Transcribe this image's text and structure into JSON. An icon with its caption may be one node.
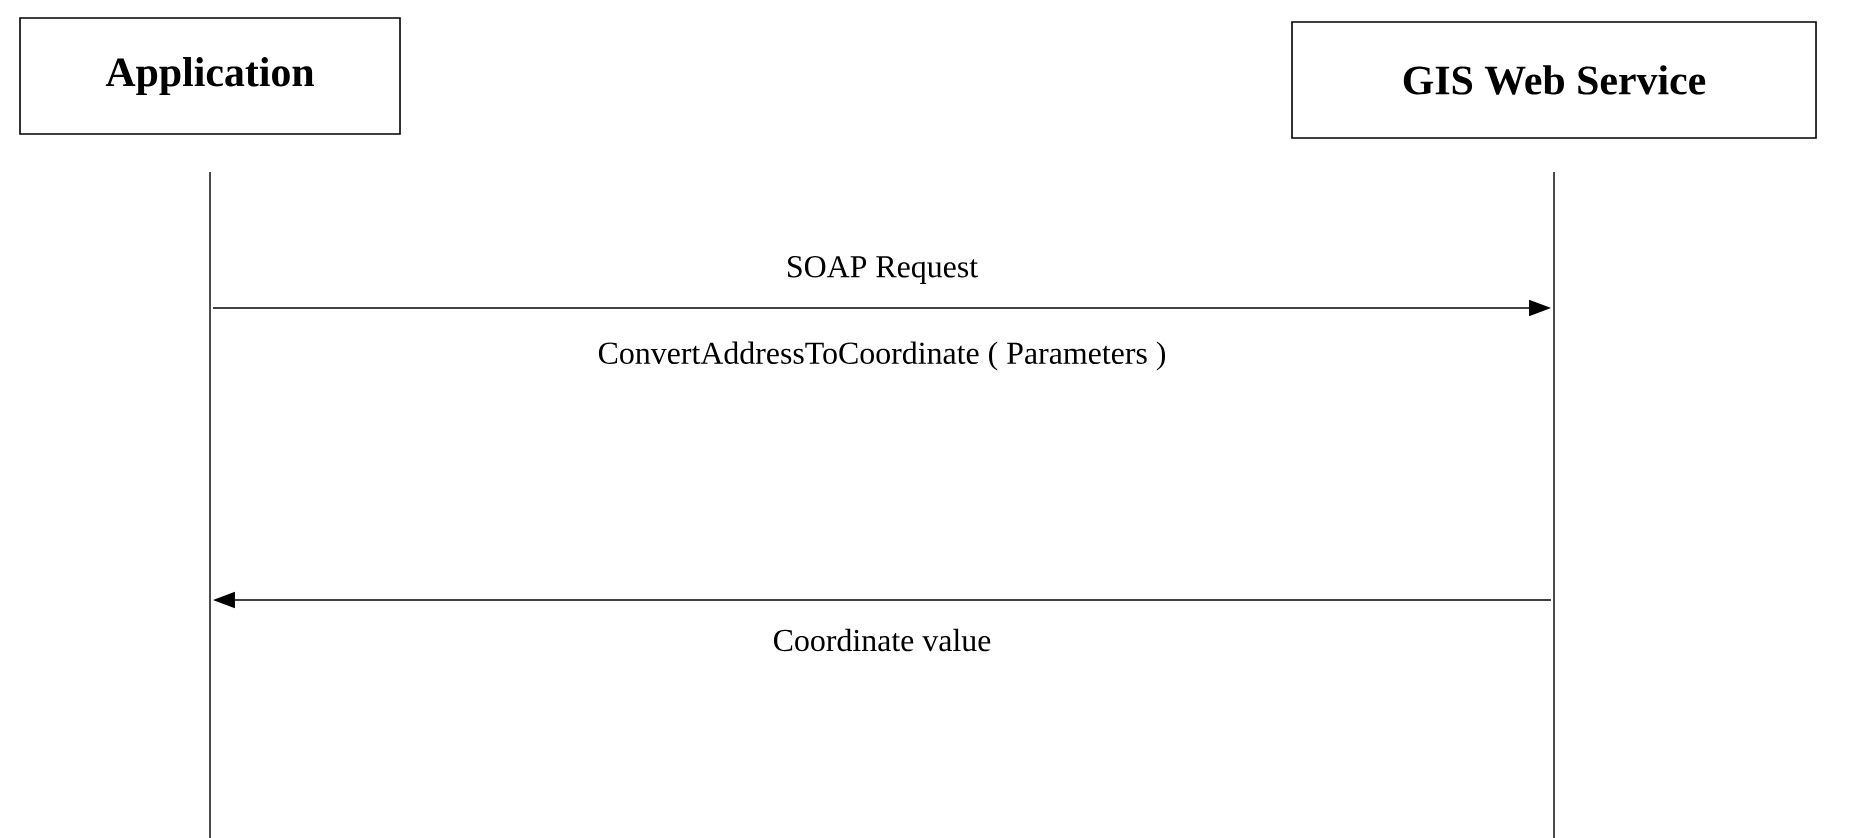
{
  "diagram": {
    "nodes": [
      {
        "text": [
          "Application"
        ]
      },
      {
        "text": [
          "GIS Web Service"
        ]
      }
    ],
    "edges": [
      {
        "from": 0,
        "to": 1,
        "arrow": "to",
        "label": "SOAP Request"
      },
      {
        "from": 1,
        "to": 0,
        "arrow": "to",
        "label": "Coordinate value"
      }
    ],
    "labels": [
      "ConvertAddressToCoordinate ( Parameters )"
    ]
  }
}
